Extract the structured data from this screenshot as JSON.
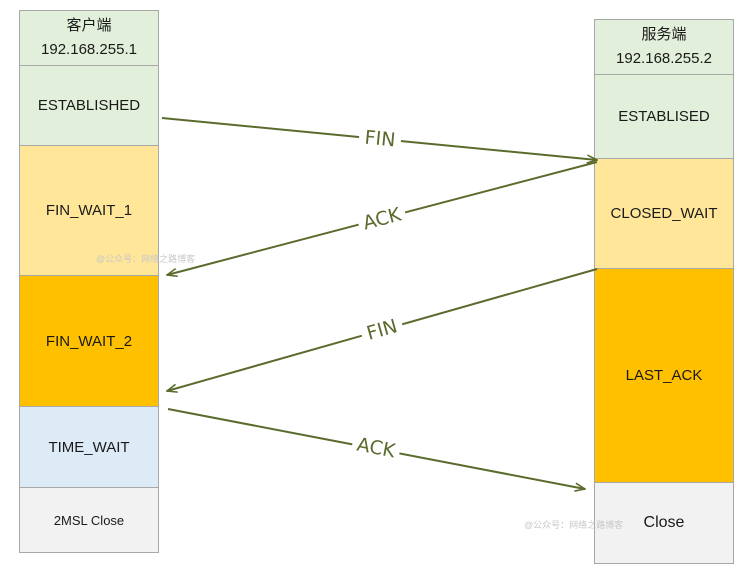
{
  "client": {
    "title": "客户端",
    "ip": "192.168.255.1",
    "states": [
      "ESTABLISHED",
      "FIN_WAIT_1",
      "FIN_WAIT_2",
      "TIME_WAIT",
      "2MSL Close"
    ]
  },
  "server": {
    "title": "服务端",
    "ip": "192.168.255.2",
    "states": [
      "ESTABLISED",
      "CLOSED_WAIT",
      "LAST_ACK",
      "Close"
    ]
  },
  "messages": [
    "FIN",
    "ACK",
    "FIN",
    "ACK"
  ],
  "watermarks": [
    "@公众号：网络之路博客",
    "@公众号：网络之路博客"
  ],
  "colors": {
    "green": "#e2efda",
    "light_orange": "#ffe699",
    "orange": "#ffc000",
    "light_blue": "#ddebf7",
    "gray": "#f2f2f2",
    "arrow": "#5b6b2d"
  }
}
